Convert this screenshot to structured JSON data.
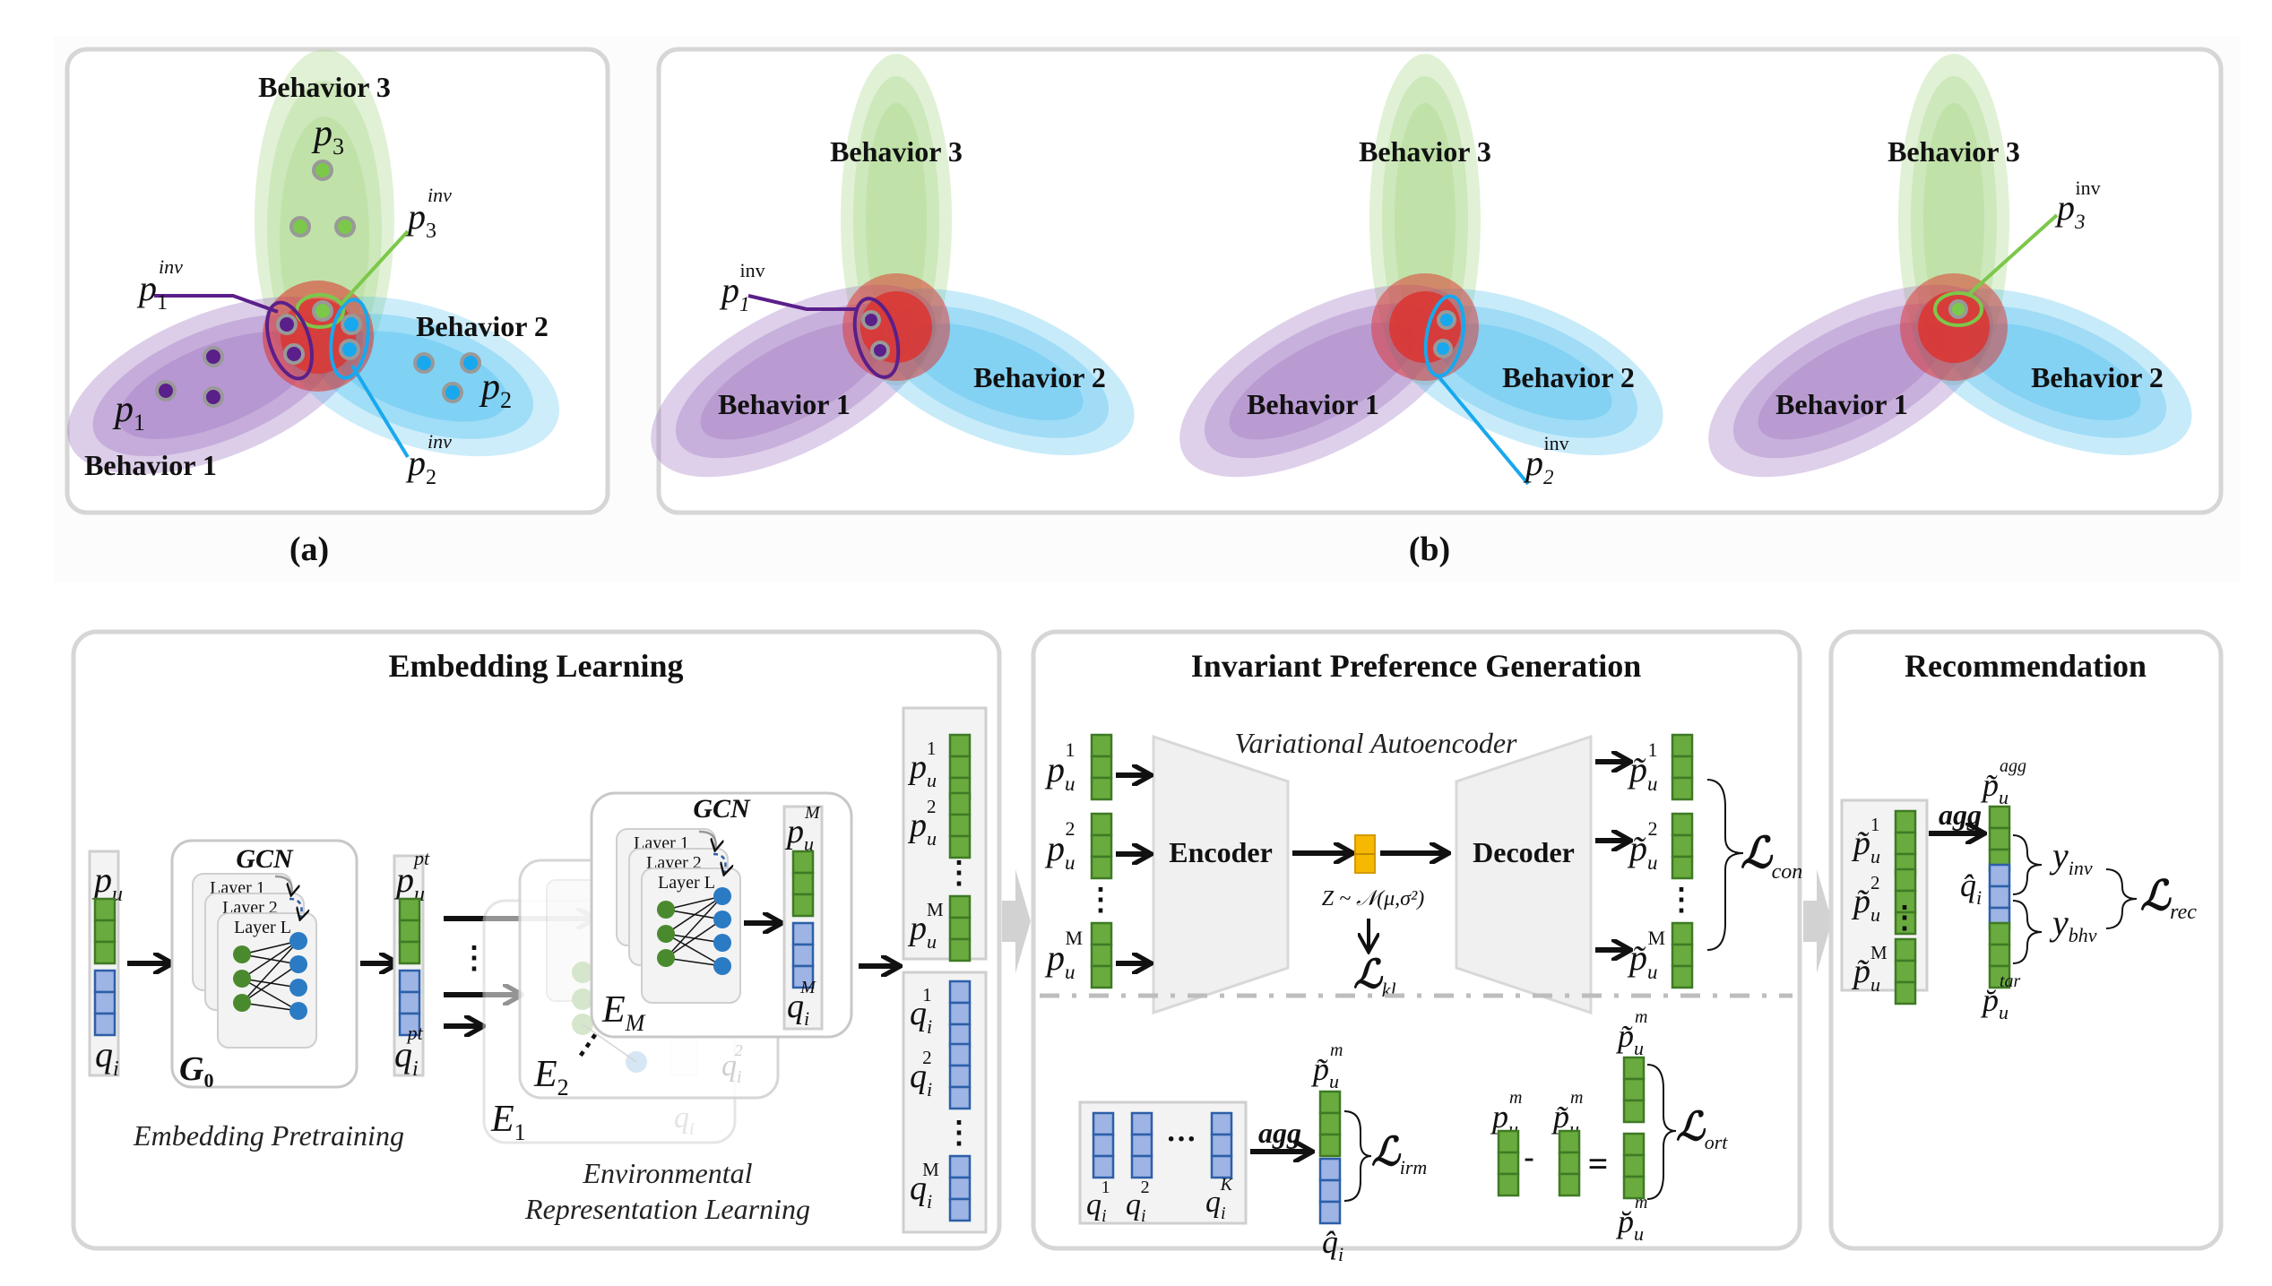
{
  "colors": {
    "behavior1": "#9b6fc0",
    "behavior2": "#38b8ee",
    "behavior3": "#a8d88a",
    "invariant_core": "#e0302a",
    "user_embedding": "#6aab3f",
    "item_embedding": "#9db4e4",
    "item_embedding_border": "#2d5fa8",
    "latent": "#f6b800",
    "gcn_user_node": "#4a8a2e",
    "gcn_item_node": "#2b7bc4",
    "panel_border": "#d6d6d6",
    "gray_box": "#f3f3f3"
  },
  "panel_a": {
    "caption": "(a)",
    "behaviors": [
      "Behavior 1",
      "Behavior 2",
      "Behavior 3"
    ],
    "point_labels": {
      "p1": {
        "base": "p",
        "sub": "1"
      },
      "p2": {
        "base": "p",
        "sub": "2"
      },
      "p3": {
        "base": "p",
        "sub": "3"
      }
    },
    "invariant_labels": {
      "p1_inv": {
        "base": "p",
        "sub": "1",
        "sup": "inv"
      },
      "p2_inv": {
        "base": "p",
        "sub": "2",
        "sup": "inv"
      },
      "p3_inv": {
        "base": "p",
        "sub": "3",
        "sup": "inv"
      }
    }
  },
  "panel_b": {
    "caption": "(b)",
    "subplots": [
      {
        "behaviors": [
          "Behavior 1",
          "Behavior 2",
          "Behavior 3"
        ],
        "highlight": {
          "base": "p",
          "sub": "1",
          "sup": "inv"
        }
      },
      {
        "behaviors": [
          "Behavior 1",
          "Behavior 2",
          "Behavior 3"
        ],
        "highlight": {
          "base": "p",
          "sub": "2",
          "sup": "inv"
        }
      },
      {
        "behaviors": [
          "Behavior 1",
          "Behavior 2",
          "Behavior 3"
        ],
        "highlight": {
          "base": "p",
          "sub": "3",
          "sup": "inv"
        }
      }
    ]
  },
  "embedding_learning": {
    "title": "Embedding Learning",
    "input": {
      "user": {
        "base": "p",
        "sub": "u"
      },
      "item": {
        "base": "q",
        "sub": "i"
      }
    },
    "gcn_label": "GCN",
    "layers": [
      "Layer 1",
      "Layer 2",
      "Layer L"
    ],
    "graph_label": {
      "base": "G",
      "sub": "0"
    },
    "pretrained": {
      "user": {
        "base": "p",
        "sub": "u",
        "sup": "pt"
      },
      "item": {
        "base": "q",
        "sub": "i",
        "sup": "pt"
      }
    },
    "pretraining_caption": "Embedding Pretraining",
    "environments": [
      {
        "base": "E",
        "sub": "1"
      },
      {
        "base": "E",
        "sub": "2"
      },
      {
        "base": "E",
        "sub": "M"
      }
    ],
    "env_output": {
      "user": {
        "base": "p",
        "sub": "u",
        "sup": "M"
      },
      "item": {
        "base": "q",
        "sub": "i",
        "sup": "M"
      }
    },
    "ghost_items": [
      {
        "base": "q",
        "sub": "i",
        "sup": "2"
      },
      {
        "base": "q",
        "sub": "i",
        "sup": "1"
      }
    ],
    "env_caption_line1": "Environmental",
    "env_caption_line2": "Representation Learning",
    "user_outputs": [
      {
        "base": "p",
        "sub": "u",
        "sup": "1"
      },
      {
        "base": "p",
        "sub": "u",
        "sup": "2"
      },
      {
        "base": "p",
        "sub": "u",
        "sup": "M"
      }
    ],
    "item_outputs": [
      {
        "base": "q",
        "sub": "i",
        "sup": "1"
      },
      {
        "base": "q",
        "sub": "i",
        "sup": "2"
      },
      {
        "base": "q",
        "sub": "i",
        "sup": "M"
      }
    ],
    "ellipsis": "⋮"
  },
  "invariant_preference_generation": {
    "title": "Invariant Preference Generation",
    "vae_label": "Variational Autoencoder",
    "encoder_label": "Encoder",
    "decoder_label": "Decoder",
    "inputs": [
      {
        "base": "p",
        "sub": "u",
        "sup": "1"
      },
      {
        "base": "p",
        "sub": "u",
        "sup": "2"
      },
      {
        "base": "p",
        "sub": "u",
        "sup": "M"
      }
    ],
    "outputs": [
      {
        "base": "p̃",
        "sub": "u",
        "sup": "1"
      },
      {
        "base": "p̃",
        "sub": "u",
        "sup": "2"
      },
      {
        "base": "p̃",
        "sub": "u",
        "sup": "M"
      }
    ],
    "latent_formula": "Z ~ 𝒩(μ,σ²)",
    "loss_kl": {
      "base": "ℒ",
      "sub": "kl"
    },
    "loss_con": {
      "base": "ℒ",
      "sub": "con"
    },
    "irm": {
      "items": [
        {
          "base": "q",
          "sub": "i",
          "sup": "1"
        },
        {
          "base": "q",
          "sub": "i",
          "sup": "2"
        },
        {
          "base": "q",
          "sub": "i",
          "sup": "K"
        }
      ],
      "dots": "···",
      "agg_label": "agg",
      "user_label": {
        "base": "p̃",
        "sub": "u",
        "sup": "m"
      },
      "item_label": {
        "base": "q̂",
        "sub": "i"
      },
      "loss": {
        "base": "ℒ",
        "sub": "irm"
      }
    },
    "ort": {
      "lhs1": {
        "base": "p",
        "sub": "u",
        "sup": "m"
      },
      "lhs2": {
        "base": "p̃",
        "sub": "u",
        "sup": "m"
      },
      "minus": "-",
      "equals": "=",
      "top": {
        "base": "p̃",
        "sub": "u",
        "sup": "m"
      },
      "bottom": {
        "base": "p̆",
        "sub": "u",
        "sup": "m"
      },
      "loss": {
        "base": "ℒ",
        "sub": "ort"
      }
    }
  },
  "recommendation": {
    "title": "Recommendation",
    "inputs": [
      {
        "base": "p̃",
        "sub": "u",
        "sup": "1"
      },
      {
        "base": "p̃",
        "sub": "u",
        "sup": "2"
      },
      {
        "base": "p̃",
        "sub": "u",
        "sup": "M"
      }
    ],
    "agg_label": "agg",
    "agg_output": {
      "base": "p̃",
      "sub": "u",
      "sup": "agg"
    },
    "item": {
      "base": "q̂",
      "sub": "i"
    },
    "target": {
      "base": "p̆",
      "sub": "u",
      "sup": "tar"
    },
    "y_inv": {
      "base": "y",
      "sub": "inv"
    },
    "y_bhv": {
      "base": "y",
      "sub": "bhv"
    },
    "loss_rec": {
      "base": "ℒ",
      "sub": "rec"
    }
  }
}
